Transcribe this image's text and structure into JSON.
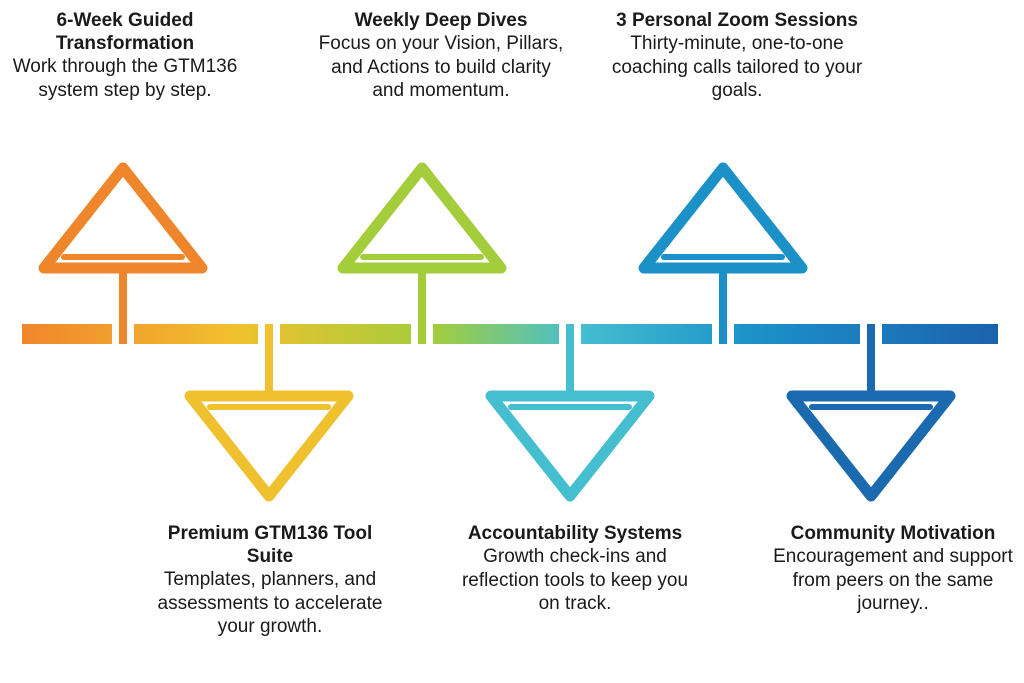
{
  "colors": {
    "orange": "#F0862C",
    "yellow": "#F0C12E",
    "green": "#A3CD3B",
    "teal": "#45BFD0",
    "blue": "#1C91C8",
    "navy": "#1B6AAF"
  },
  "steps": [
    {
      "title": "6-Week Guided Transformation",
      "description": "Work through the GTM136 system step by step.",
      "color": "orange",
      "icon": "arrow-up-icon"
    },
    {
      "title": "Premium GTM136 Tool Suite",
      "description": "Templates, planners, and assessments to accelerate your growth.",
      "color": "yellow",
      "icon": "arrow-down-icon"
    },
    {
      "title": "Weekly Deep Dives",
      "description": "Focus on your Vision, Pillars, and Actions to build clarity and momentum.",
      "color": "green",
      "icon": "arrow-up-icon"
    },
    {
      "title": "Accountability Systems",
      "description": "Growth check-ins and reflection tools to keep you on track.",
      "color": "teal",
      "icon": "arrow-down-icon"
    },
    {
      "title": "3 Personal Zoom Sessions",
      "description": "Thirty-minute, one-to-one coaching calls tailored to your goals.",
      "color": "blue",
      "icon": "arrow-up-icon"
    },
    {
      "title": "Community Motivation",
      "description": "Encouragement and support from peers on the same journey..",
      "color": "navy",
      "icon": "arrow-down-icon"
    }
  ]
}
